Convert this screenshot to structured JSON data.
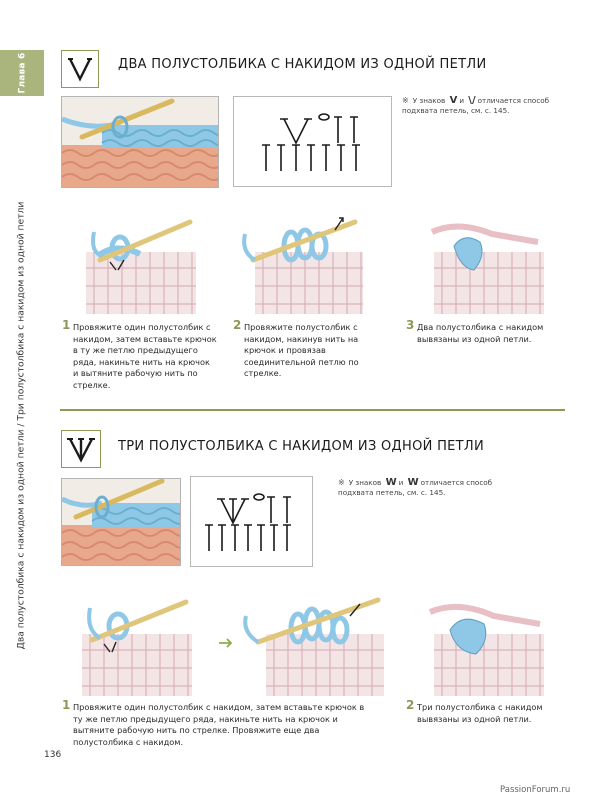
{
  "chapter": {
    "label": "Глава 6"
  },
  "side_title": "Два полустолбика с накидом из одной петли / Три полустолбика с накидом из одной петли",
  "section1": {
    "title": "Два полустолбика с накидом из одной петли",
    "note_prefix": "У знаков",
    "note_and": "и",
    "note_suffix": "отличается способ подхвата петель, см. с. 145.",
    "steps": [
      {
        "num": "1",
        "text": "Провяжите один полустолбик с накидом, затем вставьте крючок в ту же петлю предыдущего ряда, накиньте нить на крючок и вытяните рабочую нить по стрелке."
      },
      {
        "num": "2",
        "text": "Провяжите полустолбик с накидом, накинув нить на крючок и провязав соединительной петлю по стрелке."
      },
      {
        "num": "3",
        "text": "Два полустолбика с накидом вывязаны из одной петли."
      }
    ]
  },
  "section2": {
    "title": "Три полустолбика с накидом из одной петли",
    "note_prefix": "У знаков",
    "note_and": "и",
    "note_suffix": "отличается способ подхвата петель, см. с. 145.",
    "steps": [
      {
        "num": "1",
        "text": "Провяжите один полустолбик с накидом, затем вставьте крючок в ту же петлю предыдущего ряда, накиньте нить на крючок и вытяните рабочую нить по стрелке. Провяжите еще два полустолбика с накидом."
      },
      {
        "num": "2",
        "text": "Три полустолбика с накидом вывязаны из одной петли."
      }
    ]
  },
  "page_number": "136",
  "watermark": "PassionForum.ru",
  "colors": {
    "accent": "#8b9a55",
    "tab": "#a9b57c",
    "yarn_pink": "#e8a88c",
    "yarn_blue": "#8ec8e6",
    "hook": "#d9b95e",
    "fabric_pink": "#e6c8cc"
  }
}
